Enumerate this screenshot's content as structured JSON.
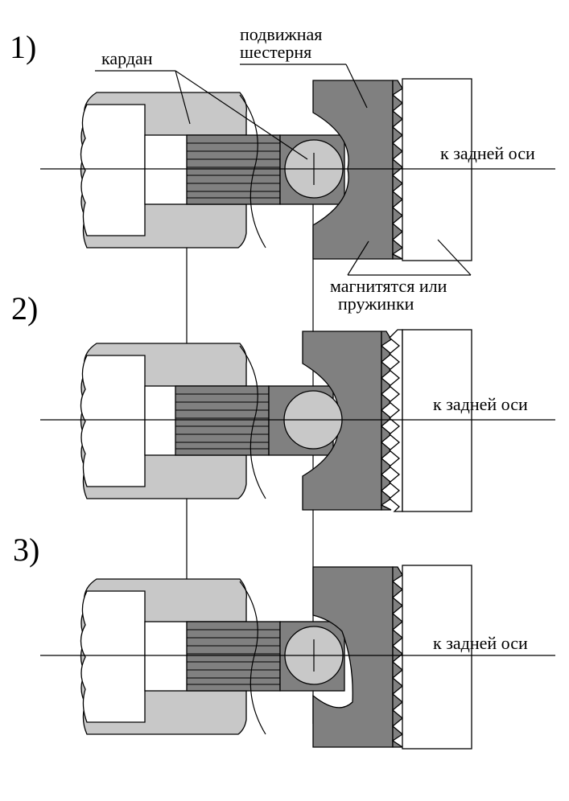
{
  "labels": {
    "cardan": "кардан",
    "gear_line1": "подвижная",
    "gear_line2": "шестерня",
    "rear_axle": "к задней оси",
    "magnets_line1": "магнитятся или",
    "magnets_line2": "пружинки"
  },
  "steps": [
    {
      "number": "1)",
      "gear_engaged": true,
      "springs_compressed": false
    },
    {
      "number": "2)",
      "gear_engaged": false,
      "springs_compressed": true
    },
    {
      "number": "3)",
      "gear_engaged": true,
      "springs_compressed": false
    }
  ],
  "colors": {
    "light_gray": "#c8c8c8",
    "dark_gray": "#808080",
    "outline": "#000000",
    "background": "#ffffff"
  }
}
